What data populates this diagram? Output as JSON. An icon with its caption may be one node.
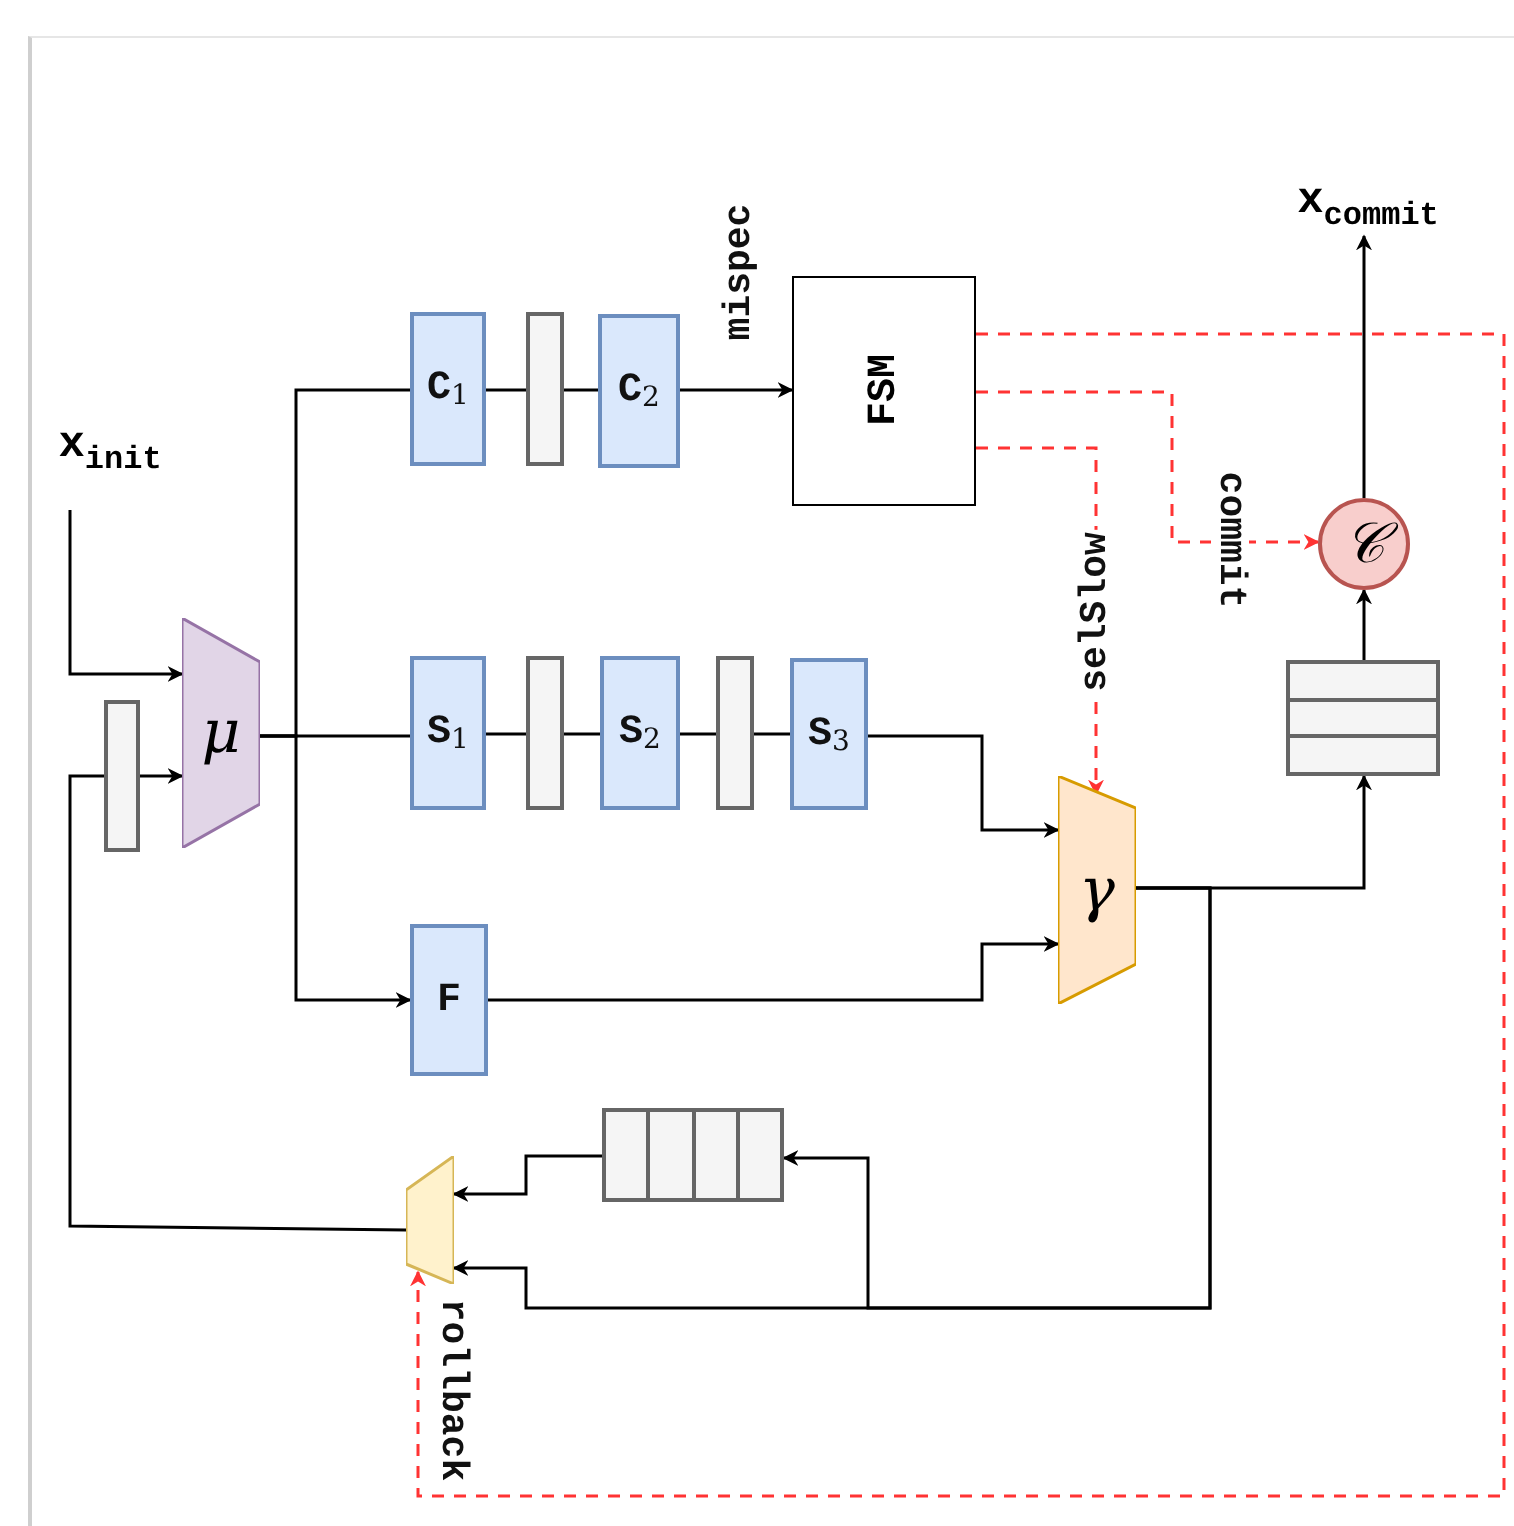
{
  "diagram": {
    "nodes": [
      {
        "text": [
          "x$_{init}$"
        ]
      },
      {
        "text": [],
        "shape": "bar"
      },
      {
        "text": [
          "μ"
        ]
      },
      {
        "text": [
          "C$_{1}$"
        ]
      },
      {
        "text": [],
        "shape": "bar"
      },
      {
        "text": [
          "C$_{2}$"
        ]
      },
      {
        "text": [
          "FSM"
        ]
      },
      {
        "text": [
          "x$_{commit}$"
        ]
      },
      {
        "text": [
          "𝒞"
        ]
      },
      {
        "text": [
          "S$_{1}$"
        ]
      },
      {
        "text": [],
        "shape": "bar"
      },
      {
        "text": [
          "S$_{2}$"
        ]
      },
      {
        "text": [],
        "shape": "bar"
      },
      {
        "text": [
          "S$_{3}$"
        ]
      },
      {
        "text": [
          "γ"
        ]
      },
      {
        "text": [],
        "shape": "box"
      },
      {
        "text": [
          "F"
        ]
      },
      {
        "text": [],
        "shape": "box"
      },
      {
        "text": [],
        "shape": "trapezoid"
      }
    ],
    "edges": [
      {
        "from": 0,
        "to": 2,
        "arrow": "to"
      },
      {
        "from": 1,
        "to": 2,
        "arrow": "to"
      },
      {
        "from": 18,
        "to": 1,
        "arrow": "none"
      },
      {
        "from": 2,
        "to": 3,
        "arrow": "none"
      },
      {
        "from": 3,
        "to": 4,
        "arrow": "none"
      },
      {
        "from": 4,
        "to": 5,
        "arrow": "none"
      },
      {
        "from": 5,
        "to": 6,
        "arrow": "to",
        "label": "mispec"
      },
      {
        "from": 2,
        "to": 9,
        "arrow": "none"
      },
      {
        "from": 9,
        "to": 10,
        "arrow": "none"
      },
      {
        "from": 10,
        "to": 11,
        "arrow": "none"
      },
      {
        "from": 11,
        "to": 12,
        "arrow": "none"
      },
      {
        "from": 12,
        "to": 13,
        "arrow": "none"
      },
      {
        "from": 13,
        "to": 14,
        "arrow": "to"
      },
      {
        "from": 2,
        "to": 16,
        "arrow": "to"
      },
      {
        "from": 16,
        "to": 14,
        "arrow": "to"
      },
      {
        "from": 14,
        "to": 15,
        "arrow": "to"
      },
      {
        "from": 15,
        "to": 8,
        "arrow": "to"
      },
      {
        "from": 8,
        "to": 7,
        "arrow": "to"
      },
      {
        "from": 6,
        "to": 8,
        "arrow": "to",
        "label": "commit",
        "style": "dashed",
        "color": "#ff3333"
      },
      {
        "from": 6,
        "to": 14,
        "arrow": "to",
        "label": "selSlow",
        "style": "dashed",
        "color": "#ff3333"
      },
      {
        "from": 6,
        "to": 18,
        "arrow": "to",
        "label": "rollback",
        "style": "dashed",
        "color": "#ff3333"
      },
      {
        "from": 14,
        "to": 17,
        "arrow": "to"
      },
      {
        "from": 14,
        "to": 18,
        "arrow": "to"
      },
      {
        "from": 17,
        "to": 18,
        "arrow": "to"
      }
    ]
  }
}
